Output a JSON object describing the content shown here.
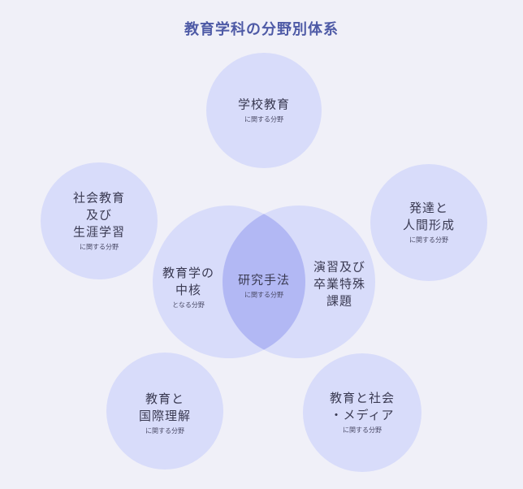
{
  "title": "教育学科の分野別体系",
  "colors": {
    "background": "#f0f0f8",
    "circle_fill": "#d8dcfa",
    "overlap_fill": "#b2b8f4",
    "title": "#4e5aa6",
    "text": "#3a3a52"
  },
  "nodes": {
    "school": {
      "lines": [
        "学校教育"
      ],
      "sub": "に関する分野"
    },
    "social": {
      "lines": [
        "社会教育",
        "及び",
        "生涯学習"
      ],
      "sub": "に関する分野"
    },
    "development": {
      "lines": [
        "発達と",
        "人間形成"
      ],
      "sub": "に関する分野"
    },
    "core": {
      "lines": [
        "教育学の",
        "中核"
      ],
      "sub": "となる分野"
    },
    "research": {
      "lines": [
        "研究手法"
      ],
      "sub": "に関する分野"
    },
    "seminar": {
      "lines": [
        "演習及び",
        "卒業特殊",
        "課題"
      ],
      "sub": ""
    },
    "international": {
      "lines": [
        "教育と",
        "国際理解"
      ],
      "sub": "に関する分野"
    },
    "media": {
      "lines": [
        "教育と社会",
        "・メディア"
      ],
      "sub": "に関する分野"
    }
  }
}
